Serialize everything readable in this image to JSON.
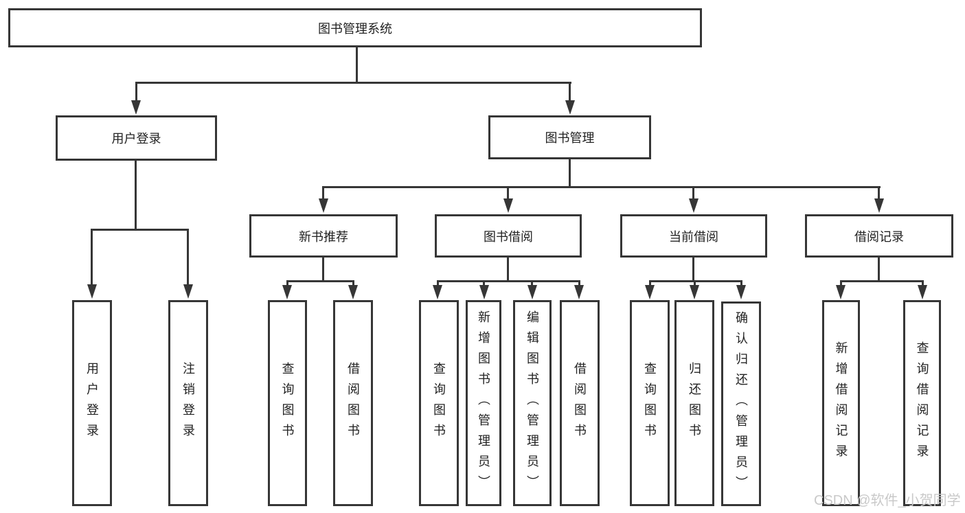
{
  "tree": {
    "root": "图书管理系统",
    "children": [
      {
        "label": "用户登录",
        "children": [
          "用户登录",
          "注销登录"
        ]
      },
      {
        "label": "图书管理",
        "children": [
          {
            "label": "新书推荐",
            "children": [
              "查询图书",
              "借阅图书"
            ]
          },
          {
            "label": "图书借阅",
            "children": [
              "查询图书",
              "新增图书（管理员）",
              "编辑图书（管理员）",
              "借阅图书"
            ]
          },
          {
            "label": "当前借阅",
            "children": [
              "查询图书",
              "归还图书",
              "确认归还（管理员）"
            ]
          },
          {
            "label": "借阅记录",
            "children": [
              "新增借阅记录",
              "查询借阅记录"
            ]
          }
        ]
      }
    ]
  },
  "watermark": "CSDN @软件_小贺同学",
  "colors": {
    "line": "#363636",
    "box_border": "#363636",
    "text": "#222222",
    "watermark": "#c9c9c9",
    "background": "#ffffff"
  }
}
